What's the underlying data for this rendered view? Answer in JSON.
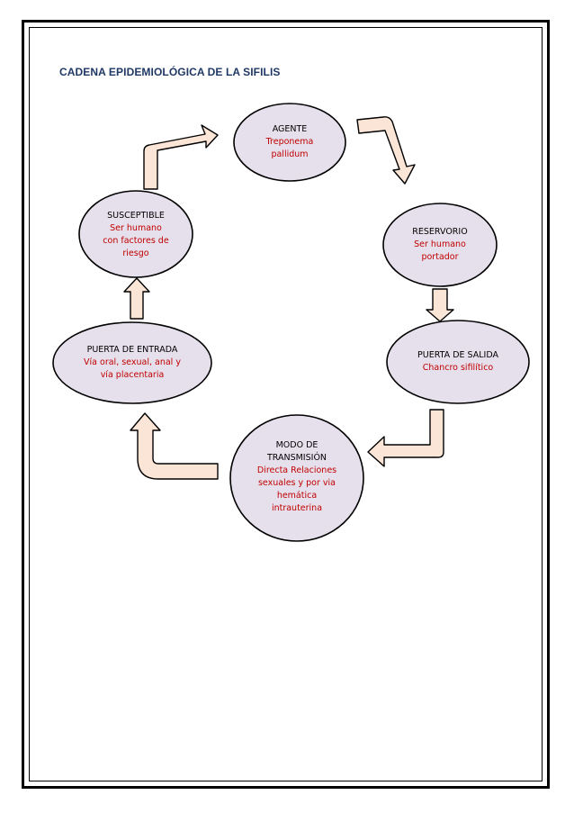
{
  "title": "CADENA EPIDEMIOLÓGICA DE LA SIFILIS",
  "colors": {
    "node_fill": "#e6e0ec",
    "node_stroke": "#000000",
    "arrow_fill": "#fbe5d6",
    "arrow_stroke": "#000000",
    "title_color": "#1f3864",
    "description_color": "#c00000"
  },
  "nodes": {
    "agente": {
      "label": "AGENTE",
      "description": "Treponema\npallidum"
    },
    "reservorio": {
      "label": "RESERVORIO",
      "description": "Ser humano\nportador"
    },
    "puerta_salida": {
      "label": "PUERTA DE SALIDA",
      "description": "Chancro sifilítico"
    },
    "modo_transmision": {
      "label": "MODO DE\nTRANSMISIÓN",
      "description": "Directa Relaciones\nsexuales y por via\nhemática\nintrauterina"
    },
    "puerta_entrada": {
      "label": "PUERTA DE ENTRADA",
      "description": "Vía oral, sexual, anal y\nvía placentaria"
    },
    "susceptible": {
      "label": "SUSCEPTIBLE",
      "description": "Ser humano\ncon factores de\nriesgo"
    }
  }
}
